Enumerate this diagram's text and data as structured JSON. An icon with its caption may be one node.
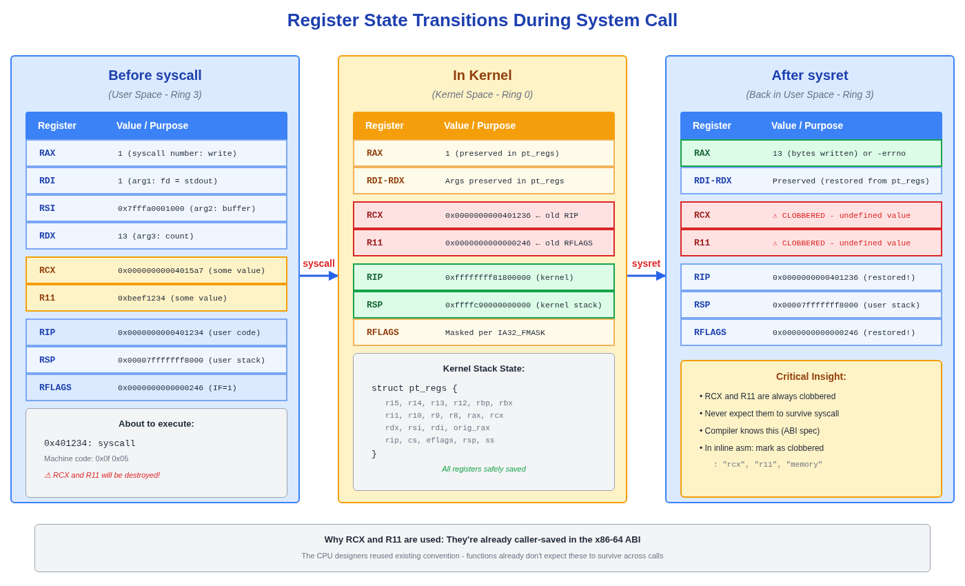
{
  "diagram": {
    "title": "Register State Transitions During System Call",
    "nodes": [
      {
        "text": [
          "Before syscall",
          "(User Space - Ring 3)"
        ]
      },
      {
        "text": [
          "Register",
          "Value / Purpose"
        ],
        "in": 0
      },
      {
        "text": [
          "RAX",
          "1 (syscall number: write)"
        ],
        "in": 0
      },
      {
        "text": [
          "RDI",
          "1 (arg1: fd = stdout)"
        ],
        "in": 0
      },
      {
        "text": [
          "RSI",
          "0x7fffa0001000 (arg2: buffer)"
        ],
        "in": 0
      },
      {
        "text": [
          "RDX",
          "13 (arg3: count)"
        ],
        "in": 0
      },
      {
        "text": [
          "RCX",
          "0x00000000004015a7 (some value)"
        ],
        "in": 0
      },
      {
        "text": [
          "R11",
          "0xbeef1234 (some value)"
        ],
        "in": 0
      },
      {
        "text": [
          "RIP",
          "0x0000000000401234 (user code)"
        ],
        "in": 0
      },
      {
        "text": [
          "RSP",
          "0x00007fffffff8000 (user stack)"
        ],
        "in": 0
      },
      {
        "text": [
          "RFLAGS",
          "0x0000000000000246 (IF=1)"
        ],
        "in": 0
      },
      {
        "text": [
          "About to execute:",
          "0x401234: syscall",
          "Machine code: 0x0f 0x05",
          "⚠ RCX and R11 will be destroyed!"
        ],
        "in": 0
      },
      {
        "text": [
          "In Kernel",
          "(Kernel Space - Ring 0)"
        ]
      },
      {
        "text": [
          "Register",
          "Value / Purpose"
        ],
        "in": 12
      },
      {
        "text": [
          "RAX",
          "1 (preserved in pt_regs)"
        ],
        "in": 12
      },
      {
        "text": [
          "RDI-RDX",
          "Args preserved in pt_regs"
        ],
        "in": 12
      },
      {
        "text": [
          "RCX",
          "0x0000000000401236 ← old RIP"
        ],
        "in": 12
      },
      {
        "text": [
          "R11",
          "0x0000000000000246 ← old RFLAGS"
        ],
        "in": 12
      },
      {
        "text": [
          "RIP",
          "0xffffffff81800000 (kernel)"
        ],
        "in": 12
      },
      {
        "text": [
          "RSP",
          "0xffffc90000000000 (kernel stack)"
        ],
        "in": 12
      },
      {
        "text": [
          "RFLAGS",
          "Masked per IA32_FMASK"
        ],
        "in": 12
      },
      {
        "text": [
          "Kernel Stack State:",
          "struct pt_regs {",
          "r15, r14, r13, r12, rbp, rbx",
          "r11, r10, r9, r8, rax, rcx",
          "rdx, rsi, rdi, orig_rax",
          "rip, cs, eflags, rsp, ss",
          "}",
          "All registers safely saved"
        ],
        "in": 12
      },
      {
        "text": [
          "After sysret",
          "(Back in User Space - Ring 3)"
        ]
      },
      {
        "text": [
          "Register",
          "Value / Purpose"
        ],
        "in": 22
      },
      {
        "text": [
          "RAX",
          "13 (bytes written) or -errno"
        ],
        "in": 22
      },
      {
        "text": [
          "RDI-RDX",
          "Preserved (restored from pt_regs)"
        ],
        "in": 22
      },
      {
        "text": [
          "RCX",
          "⚠ CLOBBERED - undefined value"
        ],
        "in": 22
      },
      {
        "text": [
          "R11",
          "⚠ CLOBBERED - undefined value"
        ],
        "in": 22
      },
      {
        "text": [
          "RIP",
          "0x0000000000401236 (restored!)"
        ],
        "in": 22
      },
      {
        "text": [
          "RSP",
          "0x00007fffffff8000 (user stack)"
        ],
        "in": 22
      },
      {
        "text": [
          "RFLAGS",
          "0x0000000000000246 (restored!)"
        ],
        "in": 22
      },
      {
        "text": [
          "Critical Insight:",
          "• RCX and R11 are always clobbered",
          "• Never expect them to survive syscall",
          "• Compiler knows this (ABI spec)",
          "• In inline asm: mark as clobbered",
          ": \"rcx\", \"r11\", \"memory\""
        ],
        "in": 22
      },
      {
        "text": [
          "Why RCX and R11 are used: They're already caller-saved in the x86-64 ABI",
          "The CPU designers reused existing convention - functions already don't expect these to survive across calls"
        ]
      }
    ],
    "edges": [
      {
        "from": 0,
        "to": 12,
        "arrow": "to",
        "label": "syscall"
      },
      {
        "from": 12,
        "to": 22,
        "arrow": "to",
        "label": "sysret"
      }
    ]
  }
}
